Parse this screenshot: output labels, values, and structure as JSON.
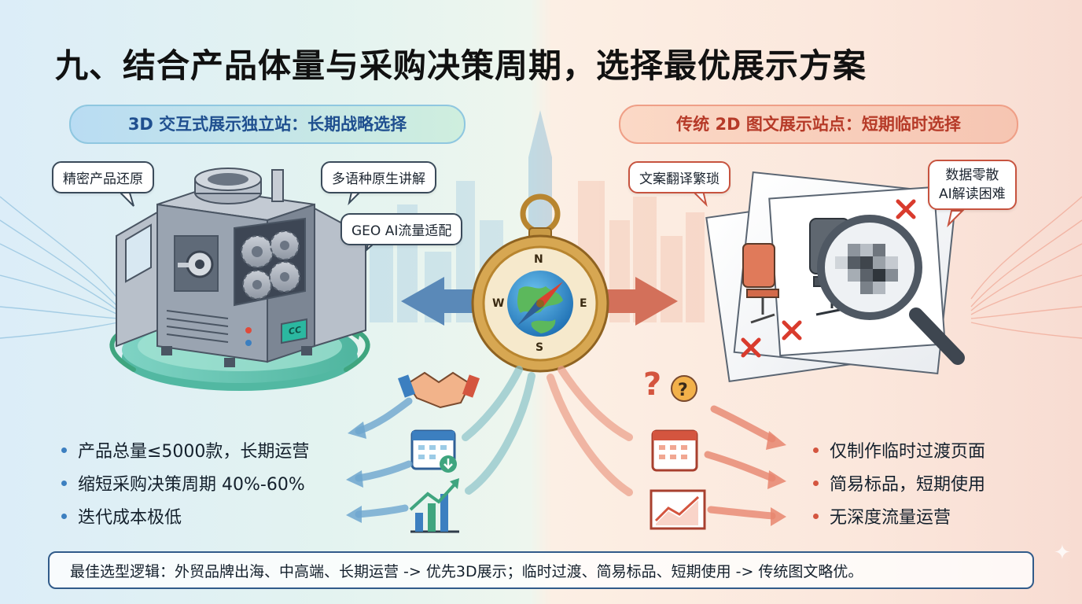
{
  "title": "九、结合产品体量与采购决策周期，选择最优展示方案",
  "left": {
    "heading": "3D 交互式展示独立站：长期战略选择",
    "callouts": [
      "精密产品还原",
      "多语种原生讲解",
      "GEO AI流量适配"
    ],
    "bullets": [
      "产品总量≤5000款，长期运营",
      "缩短采购决策周期 40%-60%",
      "迭代成本极低"
    ],
    "machine_display": "CC"
  },
  "right": {
    "heading": "传统 2D 图文展示站点：短期临时选择",
    "callouts": [
      "文案翻译繁琐",
      "数据零散",
      "AI解读困难"
    ],
    "bullets": [
      "仅制作临时过渡页面",
      "简易标品，短期使用",
      "无深度流量运营"
    ]
  },
  "compass": {
    "n": "N",
    "s": "S",
    "e": "E",
    "w": "W"
  },
  "footer": "最佳选型逻辑：外贸品牌出海、中高端、长期运营 -> 优先3D展示；临时过渡、简易标品、短期使用 -> 传统图文略优。",
  "colors": {
    "left_accent": "#3c7fc0",
    "right_accent": "#d4553f",
    "title": "#111111"
  },
  "icons": [
    "handshake-icon",
    "calendar-download-icon",
    "growth-chart-icon",
    "question-icon",
    "calendar-icon",
    "line-chart-icon",
    "magnifier-icon",
    "sparkle-icon"
  ]
}
